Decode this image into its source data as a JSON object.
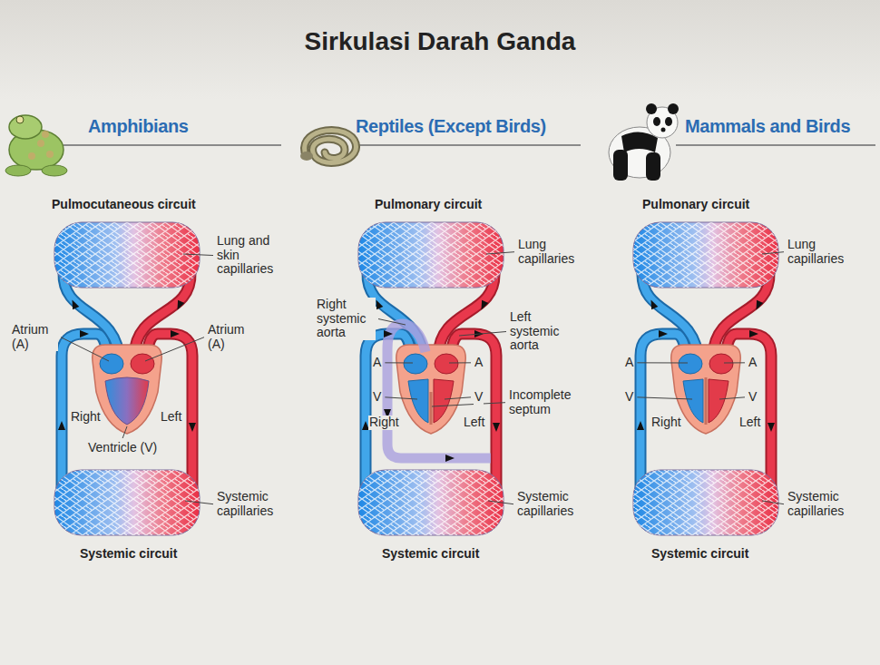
{
  "diagram": {
    "title": "Sirkulasi Darah Ganda",
    "labels": [
      "Amphibians",
      "Reptiles (Except Birds)",
      "Mammals and Birds",
      "Pulmocutaneous circuit",
      "Lung and skin capillaries",
      "Atrium (A)",
      "Atrium (A)",
      "Right",
      "Left",
      "Ventricle (V)",
      "Systemic capillaries",
      "Systemic circuit",
      "Pulmonary circuit",
      "Lung capillaries",
      "Right systemic aorta",
      "Left systemic aorta",
      "A",
      "A",
      "V",
      "V",
      "Incomplete septum",
      "Right",
      "Left",
      "Systemic capillaries",
      "Systemic circuit",
      "Pulmonary circuit",
      "Lung capillaries",
      "A",
      "A",
      "V",
      "V",
      "Right",
      "Left",
      "Systemic capillaries",
      "Systemic circuit"
    ]
  }
}
